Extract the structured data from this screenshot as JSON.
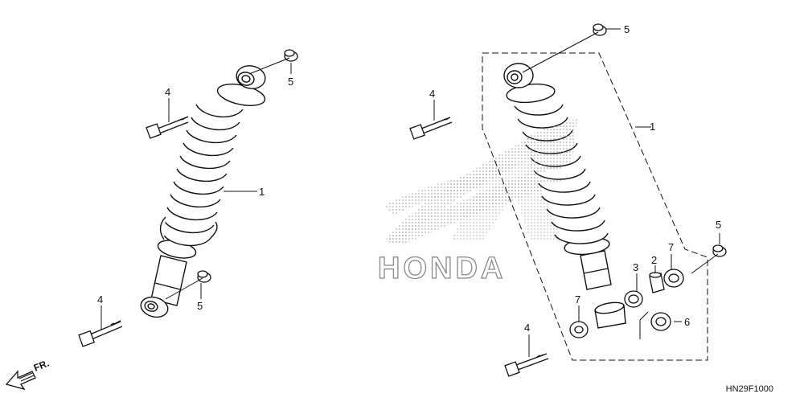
{
  "diagram_code": "HN29F1000",
  "direction_label": "FR.",
  "watermark": "HONDA",
  "callouts": {
    "left_shock": "1",
    "left_bolt_top": "4",
    "left_nut_top": "5",
    "left_bolt_bottom": "4",
    "left_nut_bottom": "5",
    "right_nut_top": "5",
    "right_bolt_top": "4",
    "right_shock": "1",
    "right_nut_mid": "5",
    "right_bushing": "2",
    "right_bearing_3": "3",
    "right_seal_7_upper": "7",
    "right_seal_7_lower": "7",
    "right_bearing_kit": "6",
    "right_bolt_bottom": "4"
  },
  "colors": {
    "line": "#111111",
    "dots": "#9a9a9a"
  }
}
